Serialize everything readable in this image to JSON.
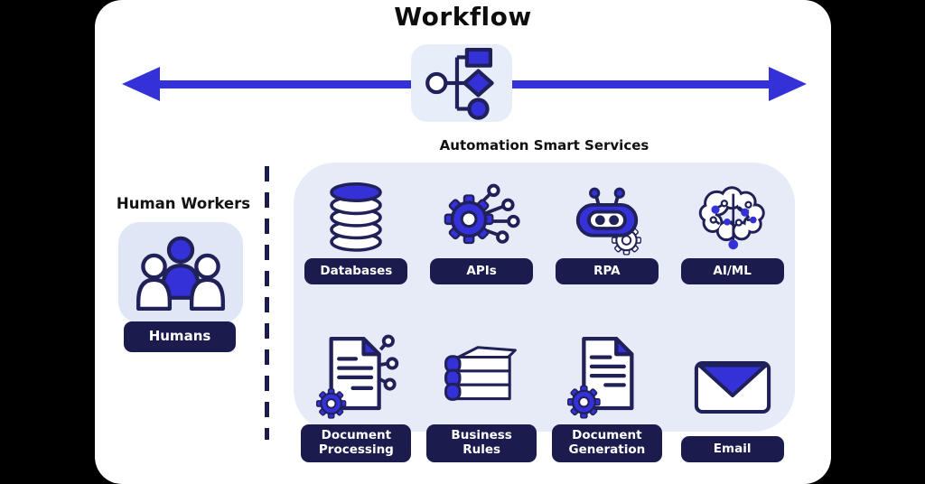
{
  "title": "Workflow",
  "services_heading": "Automation Smart Services",
  "human_workers": {
    "heading": "Human Workers",
    "label": "Humans",
    "icon": "people-group-icon"
  },
  "workflow_icon": "flowchart-icon",
  "arrow": "bidirectional-horizontal-arrow",
  "services": [
    {
      "name": "databases",
      "label": "Databases",
      "icon": "database-icon"
    },
    {
      "name": "apis",
      "label": "APIs",
      "icon": "gear-network-icon"
    },
    {
      "name": "rpa",
      "label": "RPA",
      "icon": "robot-icon"
    },
    {
      "name": "ai-ml",
      "label": "AI/ML",
      "icon": "circuit-brain-icon"
    },
    {
      "name": "document-processing",
      "label": "Document Processing",
      "icon": "document-gear-network-icon"
    },
    {
      "name": "business-rules",
      "label": "Business Rules",
      "icon": "books-stack-icon"
    },
    {
      "name": "document-generation",
      "label": "Document Generation",
      "icon": "document-gear-icon"
    },
    {
      "name": "email",
      "label": "Email",
      "icon": "envelope-icon"
    }
  ],
  "colors": {
    "primary_blue": "#3431d9",
    "navy": "#1b1b4e",
    "outline_navy": "#212159",
    "panel_lavender": "#e7ebf8",
    "humans_card_lavender": "#dfe7f6",
    "chip_lavender": "#e8edfa",
    "card_white": "#ffffff",
    "background_black": "#000000"
  }
}
